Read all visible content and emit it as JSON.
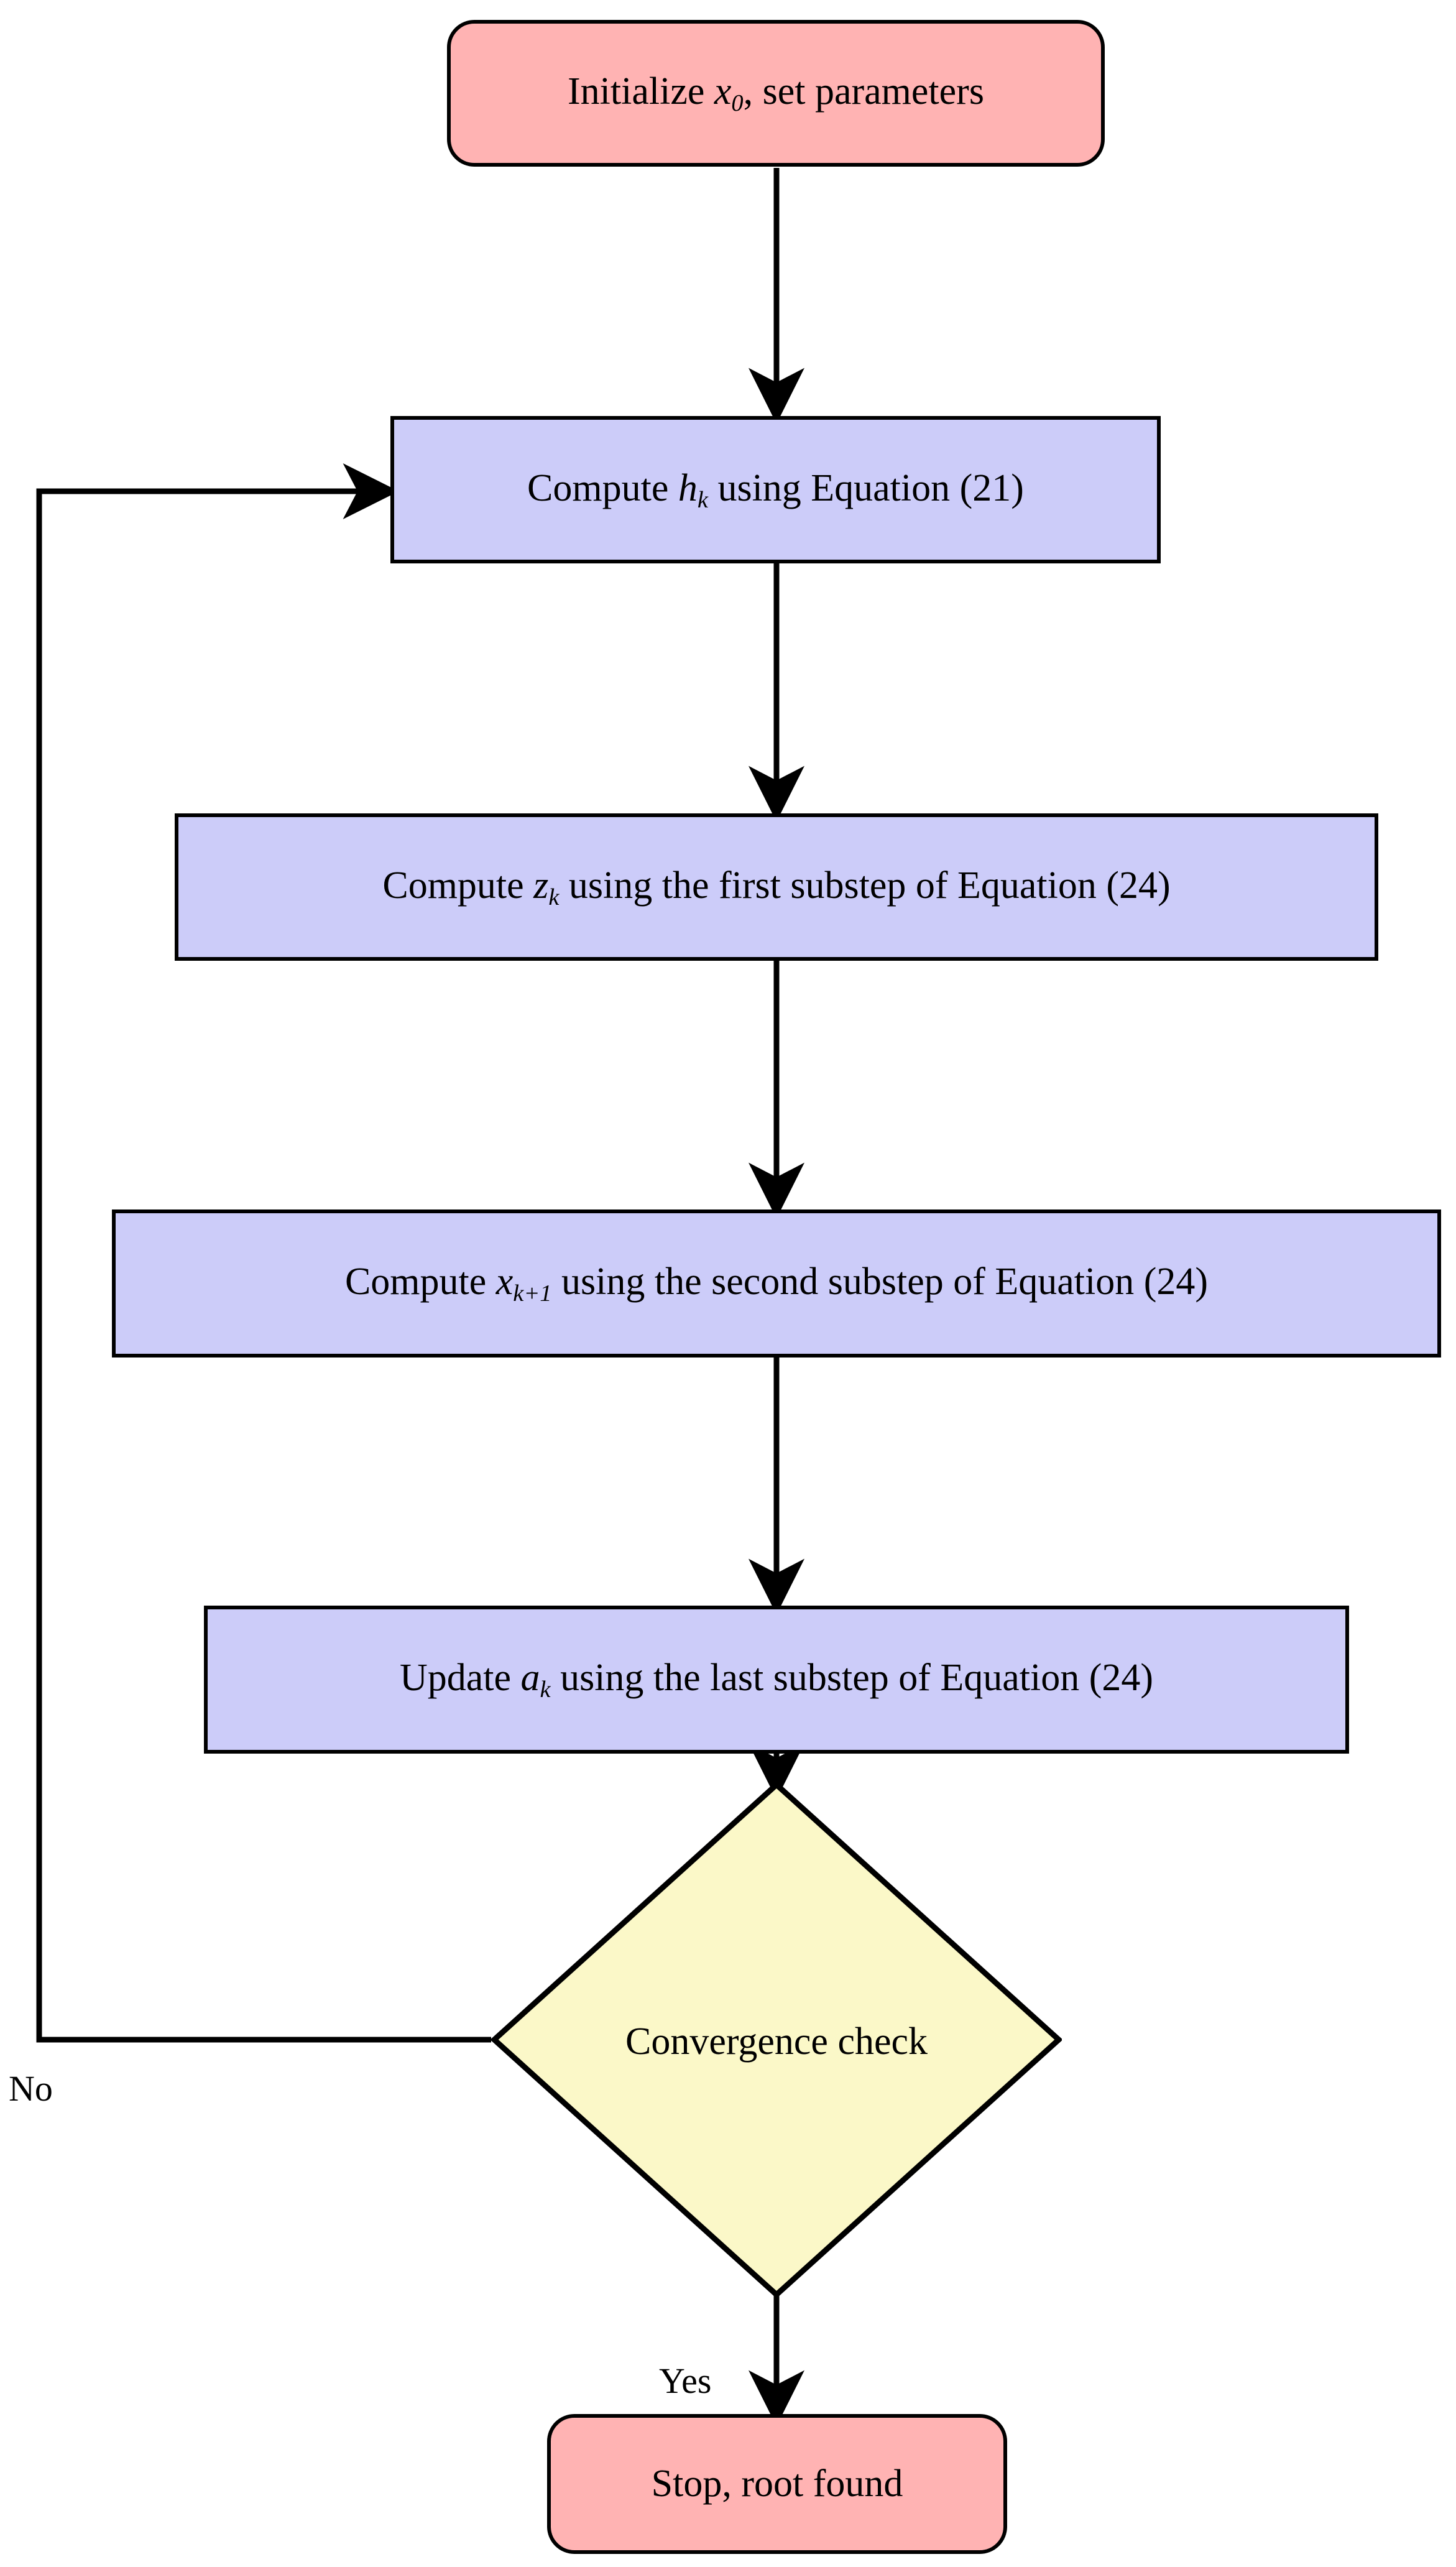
{
  "diagram": {
    "title": "Iterative root-finding algorithm flowchart",
    "colors": {
      "terminal_fill": "#ffb3b3",
      "process_fill": "#ccccf9",
      "decision_fill": "#fbf8c8",
      "stroke": "#000000",
      "background": "#ffffff"
    },
    "nodes": [
      {
        "id": "start",
        "shape": "rounded-rectangle",
        "text_plain": "Initialize x0, set parameters",
        "text_prefix": "Initialize ",
        "var": "x",
        "var_sub": "0",
        "text_suffix": ", set parameters"
      },
      {
        "id": "compute-h",
        "shape": "rectangle",
        "text_plain": "Compute hk using Equation (21)",
        "text_prefix": "Compute ",
        "var": "h",
        "var_sub": "k",
        "text_suffix": " using Equation (21)"
      },
      {
        "id": "compute-z",
        "shape": "rectangle",
        "text_plain": "Compute zk using the first substep of Equation (24)",
        "text_prefix": "Compute ",
        "var": "z",
        "var_sub": "k",
        "text_suffix": " using the first substep of Equation (24)"
      },
      {
        "id": "compute-x",
        "shape": "rectangle",
        "text_plain": "Compute xk+1 using the second substep of Equation (24)",
        "text_prefix": "Compute ",
        "var": "x",
        "var_sub": "k+1",
        "text_suffix": " using the second substep of Equation (24)"
      },
      {
        "id": "update-a",
        "shape": "rectangle",
        "text_plain": "Update ak using the last substep of Equation (24)",
        "text_prefix": "Update ",
        "var": "a",
        "var_sub": "k",
        "text_suffix": " using the last substep of Equation (24)"
      },
      {
        "id": "convergence-check",
        "shape": "diamond",
        "text_plain": "Convergence check"
      },
      {
        "id": "stop",
        "shape": "rounded-rectangle",
        "text_plain": "Stop, root found"
      }
    ],
    "edge_labels": {
      "no": "No",
      "yes": "Yes"
    },
    "edges": [
      {
        "from": "start",
        "to": "compute-h",
        "label": ""
      },
      {
        "from": "compute-h",
        "to": "compute-z",
        "label": ""
      },
      {
        "from": "compute-z",
        "to": "compute-x",
        "label": ""
      },
      {
        "from": "compute-x",
        "to": "update-a",
        "label": ""
      },
      {
        "from": "update-a",
        "to": "convergence-check",
        "label": ""
      },
      {
        "from": "convergence-check",
        "to": "stop",
        "label": "Yes"
      },
      {
        "from": "convergence-check",
        "to": "compute-h",
        "label": "No"
      }
    ]
  }
}
